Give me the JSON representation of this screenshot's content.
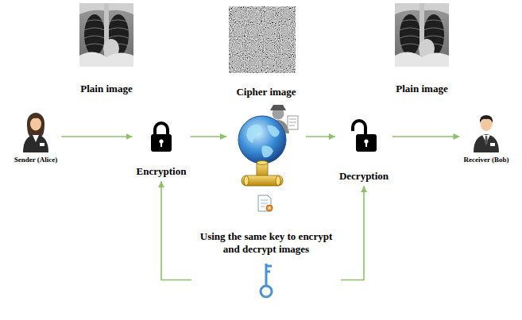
{
  "diagram": {
    "nodes": [
      {
        "text": [
          "Sender (Alice)"
        ]
      },
      {
        "text": [
          "Encryption"
        ]
      },
      {
        "text": [
          "Cipher image"
        ]
      },
      {
        "text": [
          "Decryption"
        ]
      },
      {
        "text": [
          "Receiver (Bob)"
        ]
      },
      {
        "text": [
          "Using the same key to encrypt and decrypt images"
        ]
      }
    ],
    "edges": [
      {
        "from": 0,
        "to": 1,
        "arrow": "to"
      },
      {
        "from": 1,
        "to": 2,
        "arrow": "to"
      },
      {
        "from": 2,
        "to": 3,
        "arrow": "to"
      },
      {
        "from": 3,
        "to": 4,
        "arrow": "to"
      },
      {
        "from": 5,
        "to": 1,
        "arrow": "to"
      },
      {
        "from": 5,
        "to": 3,
        "arrow": "to"
      }
    ],
    "labels": [
      "Plain image",
      "Plain image"
    ]
  }
}
